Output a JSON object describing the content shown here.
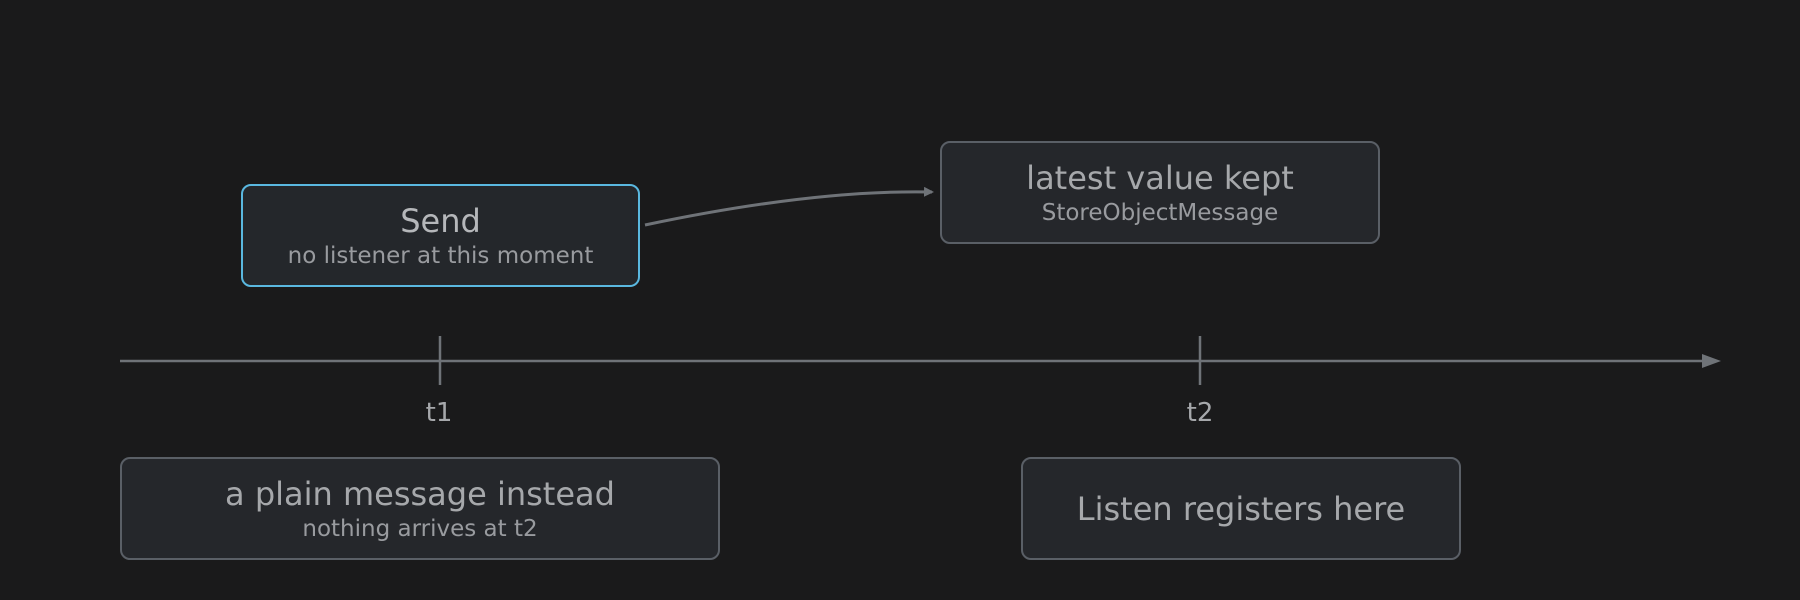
{
  "nodes": {
    "send": {
      "title": "Send",
      "subtitle": "no listener at this moment"
    },
    "kept": {
      "title": "latest value kept",
      "subtitle": "StoreObjectMessage"
    },
    "plain": {
      "title": "a plain message instead",
      "subtitle": "nothing arrives at t2"
    },
    "listen": {
      "title": "Listen registers here"
    }
  },
  "timeline": {
    "ticks": [
      "t1",
      "t2"
    ]
  },
  "colors": {
    "background": "#1a1a1b",
    "active_border": "#5ab8e0",
    "border": "#5a5f66",
    "line": "#6f7378",
    "text": "#a6a8ab"
  }
}
